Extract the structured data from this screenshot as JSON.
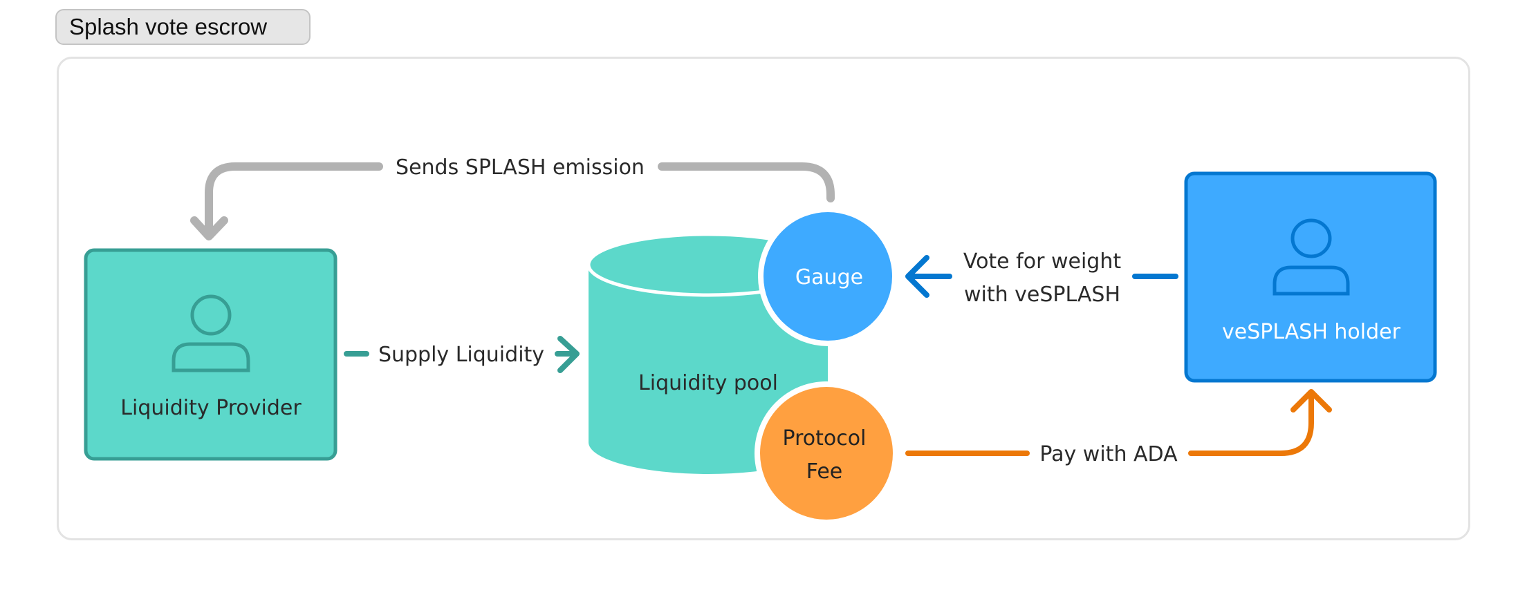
{
  "title": "Splash vote escrow",
  "colors": {
    "teal_fill": "#5cd8ca",
    "teal_stroke": "#379e94",
    "blue_fill": "#3eaaff",
    "blue_stroke": "#0477d0",
    "orange_fill": "#ffa040",
    "orange_stroke": "#ec7808",
    "gray_line": "#b2b2b2"
  },
  "nodes": {
    "liquidity_provider": {
      "label": "Liquidity Provider",
      "icon": "user-icon"
    },
    "liquidity_pool": {
      "label": "Liquidity pool",
      "icon": "cylinder"
    },
    "gauge": {
      "label": "Gauge"
    },
    "protocol_fee": {
      "label_line1": "Protocol",
      "label_line2": "Fee"
    },
    "vesplash_holder": {
      "label": "veSPLASH holder",
      "icon": "user-icon"
    }
  },
  "edges": {
    "emission": {
      "label": "Sends SPLASH emission",
      "from": "Gauge",
      "to": "Liquidity Provider"
    },
    "supply": {
      "label": "Supply Liquidity",
      "from": "Liquidity Provider",
      "to": "Liquidity pool"
    },
    "vote": {
      "label_line1": "Vote for weight",
      "label_line2": "with veSPLASH",
      "from": "veSPLASH holder",
      "to": "Gauge"
    },
    "pay": {
      "label": "Pay with ADA",
      "from": "Protocol Fee",
      "to": "veSPLASH holder"
    }
  }
}
